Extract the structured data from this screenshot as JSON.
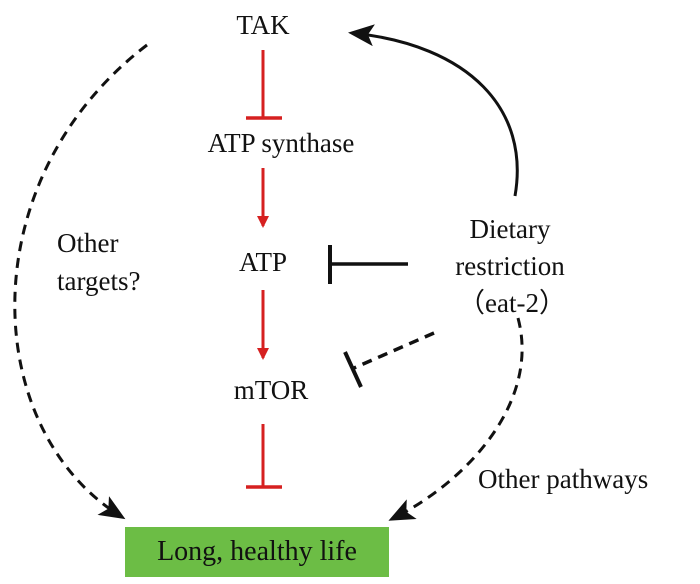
{
  "diagram": {
    "nodes": {
      "tak": "TAK",
      "atp_synthase": "ATP synthase",
      "atp": "ATP",
      "mtor": "mTOR",
      "dietary_line1": "Dietary",
      "dietary_line2": "restriction",
      "dietary_line3": "（eat-2）",
      "other_targets_line1": "Other",
      "other_targets_line2": "targets?",
      "other_pathways": "Other pathways",
      "outcome": "Long, healthy life"
    },
    "colors": {
      "inhibit_chain": "#d62020",
      "regulatory": "#111111",
      "outcome_box": "#6cbd45"
    },
    "edges": [
      {
        "from": "TAK",
        "to": "ATP synthase",
        "type": "inhibition",
        "style": "solid",
        "color": "red"
      },
      {
        "from": "ATP synthase",
        "to": "ATP",
        "type": "activation",
        "style": "solid",
        "color": "red"
      },
      {
        "from": "ATP",
        "to": "mTOR",
        "type": "activation",
        "style": "solid",
        "color": "red"
      },
      {
        "from": "mTOR",
        "to": "Long, healthy life",
        "type": "inhibition",
        "style": "solid",
        "color": "red"
      },
      {
        "from": "Dietary restriction",
        "to": "TAK",
        "type": "activation",
        "style": "solid",
        "color": "black"
      },
      {
        "from": "Dietary restriction",
        "to": "ATP",
        "type": "inhibition",
        "style": "solid",
        "color": "black"
      },
      {
        "from": "Dietary restriction",
        "to": "mTOR",
        "type": "inhibition",
        "style": "dashed",
        "color": "black"
      },
      {
        "from": "Dietary restriction",
        "to": "Long, healthy life",
        "type": "activation",
        "style": "dashed",
        "color": "black"
      },
      {
        "from": "TAK",
        "to": "Long, healthy life",
        "type": "activation",
        "style": "dashed",
        "color": "black"
      }
    ]
  }
}
